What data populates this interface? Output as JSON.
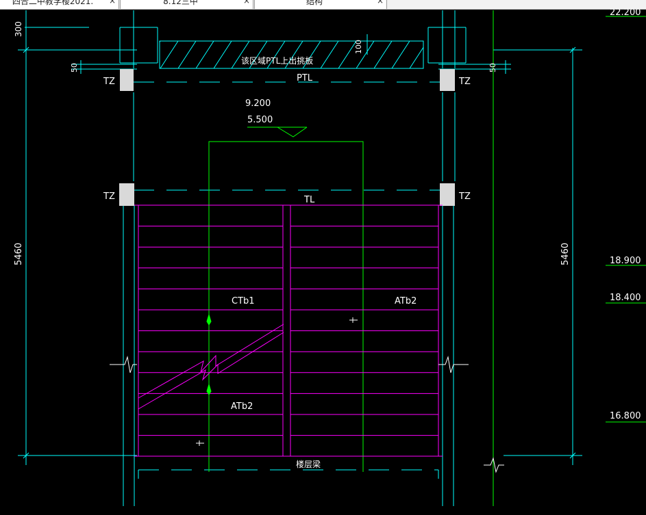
{
  "tabs": [
    {
      "label": "四合二中教学楼2021.",
      "close_icon": "×"
    },
    {
      "label": "8.12三中",
      "close_icon": "×"
    },
    {
      "label": "结构",
      "close_icon": "×"
    }
  ],
  "drawing": {
    "note_ptl": "该区域PTL上出挑板",
    "label_ptl": "PTL",
    "label_tl": "TL",
    "label_tz": "TZ",
    "elev_9200": "9.200",
    "elev_5500": "5.500",
    "label_ctb1": "CTb1",
    "label_atb2": "ATb2",
    "label_floor_beam": "楼层梁",
    "dim_300": "300",
    "dim_50": "50",
    "dim_100": "100",
    "dim_5460": "5460",
    "elev_22200": "22.200",
    "elev_18900": "18.900",
    "elev_18400": "18.400",
    "elev_16800": "16.800"
  },
  "colors": {
    "background": "#000000",
    "cyan": "#00ffff",
    "green": "#00ff00",
    "magenta": "#ff00ff",
    "white": "#ffffff",
    "gray_column": "#d9d9d9"
  }
}
